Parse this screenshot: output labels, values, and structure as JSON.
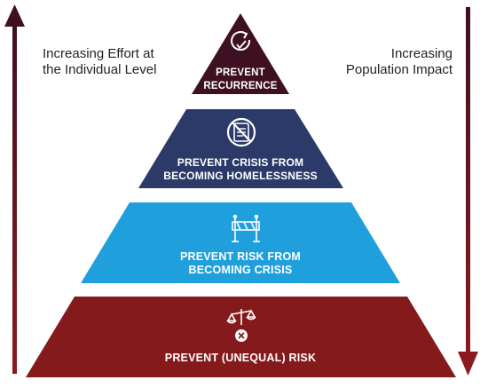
{
  "labels": {
    "left_line1": "Increasing Effort at",
    "left_line2": "the Individual Level",
    "right_line1": "Increasing",
    "right_line2": "Population Impact"
  },
  "tiers": [
    {
      "line1": "PREVENT",
      "line2": "RECURRENCE",
      "icon": "recurrence-cycle-icon",
      "color": "#3f1021"
    },
    {
      "line1": "PREVENT CRISIS FROM",
      "line2": "BECOMING HOMELESSNESS",
      "icon": "no-eviction-icon",
      "color": "#2b3a69"
    },
    {
      "line1": "PREVENT RISK FROM",
      "line2": "BECOMING CRISIS",
      "icon": "barrier-icon",
      "color": "#1fa0dd"
    },
    {
      "line1": "PREVENT (UNEQUAL) RISK",
      "line2": "",
      "icon": "unequal-scales-icon",
      "color": "#841a1c"
    }
  ],
  "colors": {
    "arrow_dark": "#3f1021",
    "arrow_light": "#8a1a1e"
  }
}
